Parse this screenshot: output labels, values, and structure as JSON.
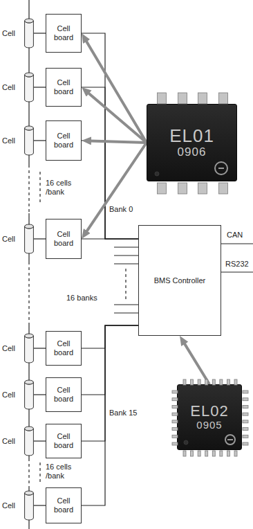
{
  "diagram": {
    "nodes": [
      {
        "text": [
          "Cell"
        ]
      },
      {
        "text": [
          "Cell board"
        ]
      },
      {
        "text": [
          "Cell"
        ]
      },
      {
        "text": [
          "Cell board"
        ]
      },
      {
        "text": [
          "Cell"
        ]
      },
      {
        "text": [
          "Cell board"
        ]
      },
      {
        "text": [
          "Cell"
        ]
      },
      {
        "text": [
          "Cell board"
        ]
      },
      {
        "text": [
          "Cell"
        ]
      },
      {
        "text": [
          "Cell board"
        ]
      },
      {
        "text": [
          "Cell"
        ]
      },
      {
        "text": [
          "Cell board"
        ]
      },
      {
        "text": [
          "Cell"
        ]
      },
      {
        "text": [
          "Cell board"
        ]
      },
      {
        "text": [
          "Cell"
        ]
      },
      {
        "text": [
          "Cell board"
        ]
      },
      {
        "text": [
          "BMS Controller"
        ]
      },
      {
        "text": [
          "EL01",
          "0906"
        ]
      },
      {
        "text": [
          "EL02",
          "0905"
        ]
      }
    ],
    "edges": [
      {
        "from": 0,
        "to": 1,
        "arrow": "none"
      },
      {
        "from": 2,
        "to": 3,
        "arrow": "none"
      },
      {
        "from": 4,
        "to": 5,
        "arrow": "none"
      },
      {
        "from": 6,
        "to": 7,
        "arrow": "none"
      },
      {
        "from": 8,
        "to": 9,
        "arrow": "none"
      },
      {
        "from": 10,
        "to": 11,
        "arrow": "none"
      },
      {
        "from": 12,
        "to": 13,
        "arrow": "none"
      },
      {
        "from": 14,
        "to": 15,
        "arrow": "none"
      },
      {
        "from": 1,
        "to": 16,
        "arrow": "none"
      },
      {
        "from": 3,
        "to": 16,
        "arrow": "none"
      },
      {
        "from": 5,
        "to": 16,
        "arrow": "none"
      },
      {
        "from": 7,
        "to": 16,
        "arrow": "none"
      },
      {
        "from": 9,
        "to": 16,
        "arrow": "none"
      },
      {
        "from": 11,
        "to": 16,
        "arrow": "none"
      },
      {
        "from": 13,
        "to": 16,
        "arrow": "none"
      },
      {
        "from": 15,
        "to": 16,
        "arrow": "none"
      },
      {
        "from": 17,
        "to": 1,
        "arrow": "to"
      },
      {
        "from": 17,
        "to": 3,
        "arrow": "to"
      },
      {
        "from": 17,
        "to": 5,
        "arrow": "to"
      },
      {
        "from": 17,
        "to": 7,
        "arrow": "to"
      },
      {
        "from": 18,
        "to": 16,
        "arrow": "to"
      }
    ],
    "labels": [
      "16 cells /bank",
      "Bank 0",
      "CAN",
      "RS232",
      "16 banks",
      "Bank 15",
      "16 cells /bank"
    ]
  }
}
